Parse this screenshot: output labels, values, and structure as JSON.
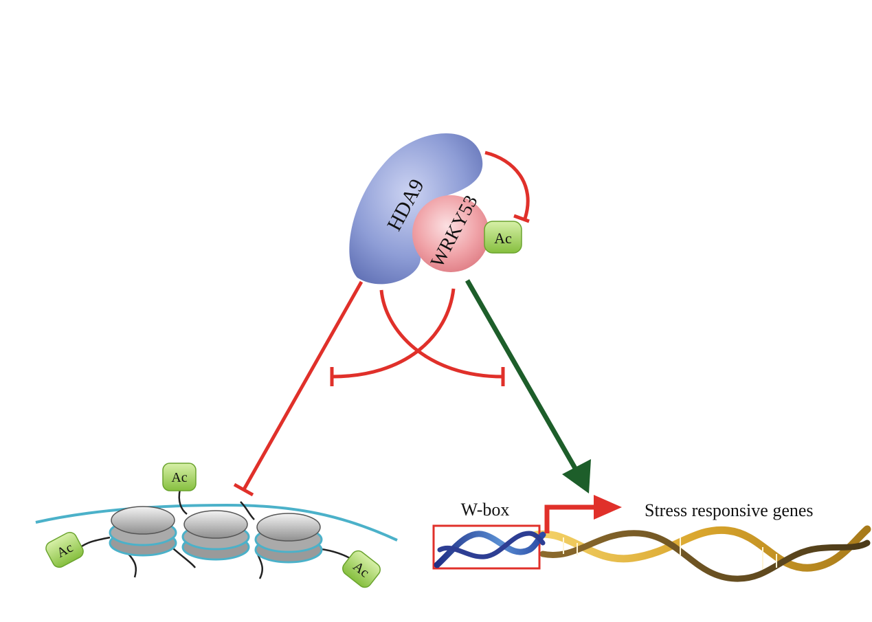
{
  "diagram": {
    "proteins": {
      "hda9": {
        "label": "HDA9"
      },
      "wrky53": {
        "label": "WRKY53"
      }
    },
    "acetyl_tag_label": "Ac",
    "wbox_label": "W-box",
    "target_genes_label": "Stress responsive genes"
  },
  "colors": {
    "inhibition": "#e0302a",
    "activation": "#1d5e2a",
    "hda9_fill": "#7f91cf",
    "wrky53_fill": "#f0a1a6",
    "ac_fill": "#9ccc54",
    "dna_linker": "#4bb1c9",
    "gene_dna": "#c89a2a",
    "wbox_dna": "#2d3e93"
  }
}
